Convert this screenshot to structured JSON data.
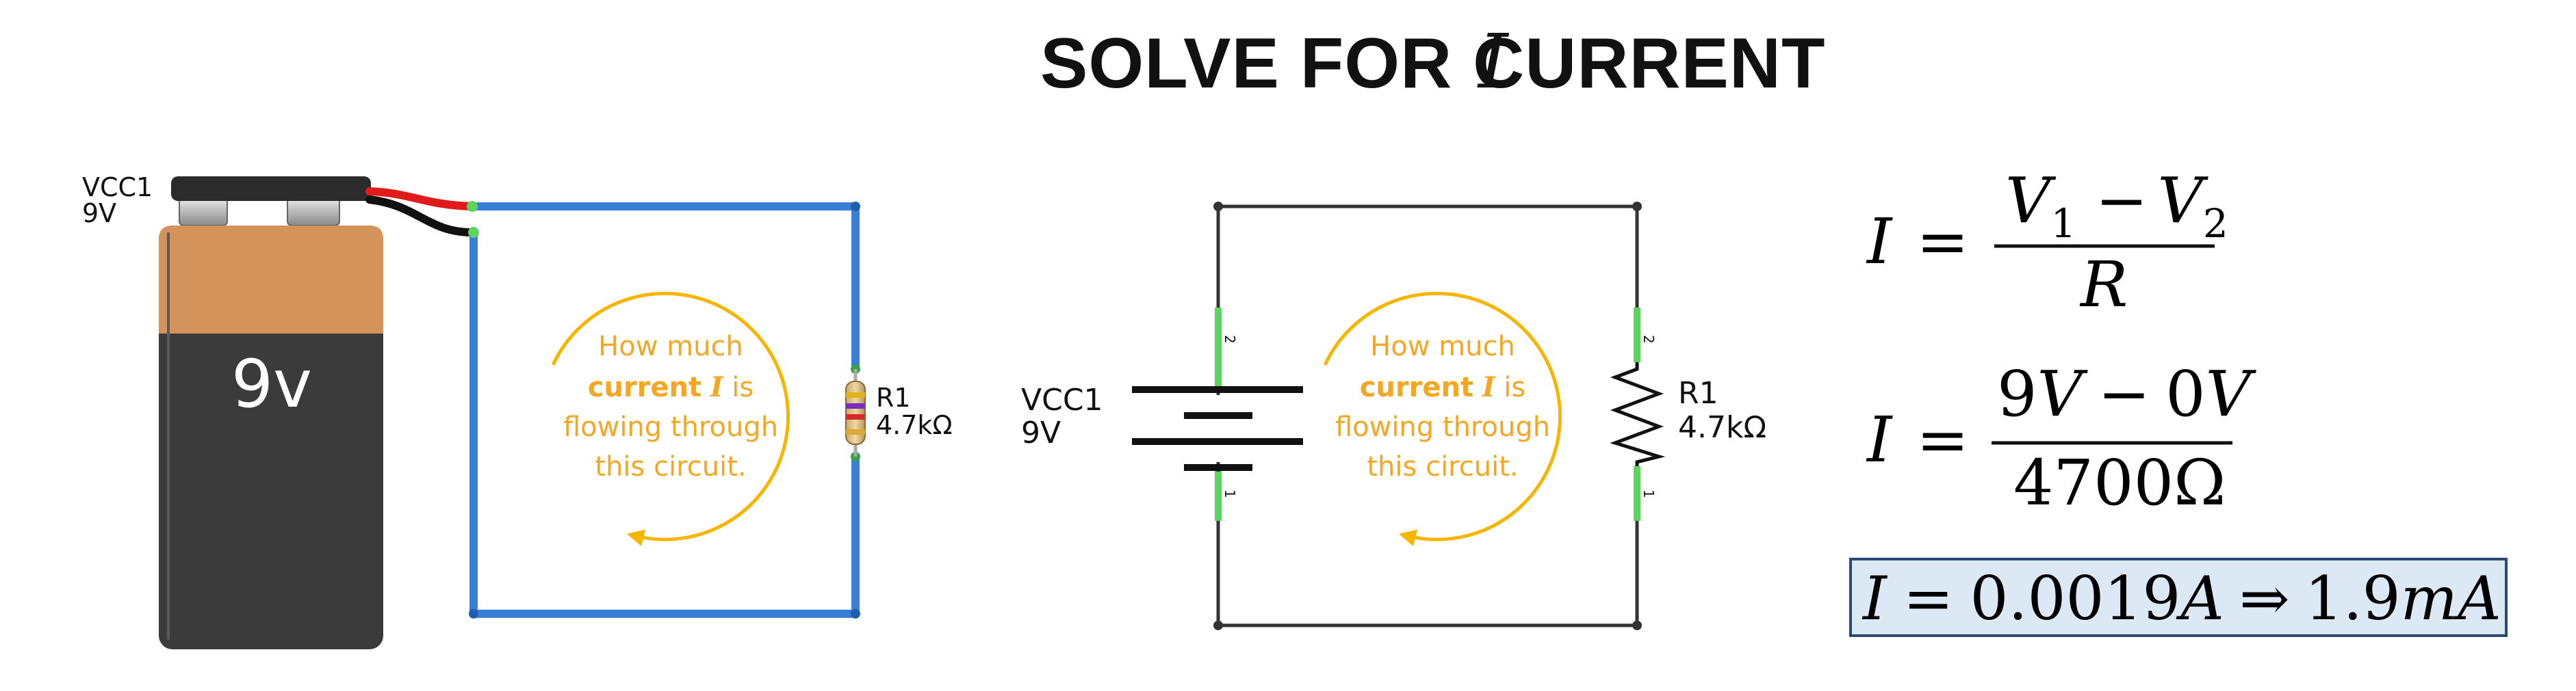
{
  "title": {
    "text": "SOLVE FOR CURRENT",
    "variable": "I"
  },
  "breadboard": {
    "battery_label_name": "VCC1",
    "battery_label_value": "9V",
    "battery_face_text": "9v",
    "resistor_label_name": "R1",
    "resistor_label_value": "4.7kΩ",
    "note_line1": "How much",
    "note_bold": "current",
    "note_var": "I",
    "note_is": "is",
    "note_line3": "flowing through",
    "note_line4": "this circuit."
  },
  "schematic": {
    "battery_label_name": "VCC1",
    "battery_label_value": "9V",
    "resistor_label_name": "R1",
    "resistor_label_value": "4.7kΩ",
    "pin_top": "2",
    "pin_bottom": "1",
    "note_line1": "How much",
    "note_bold": "current",
    "note_var": "I",
    "note_is": "is",
    "note_line3": "flowing through",
    "note_line4": "this circuit."
  },
  "equations": {
    "eq1": {
      "lhs": "I",
      "equals": "=",
      "num_v1": "V",
      "num_sub1": "1",
      "num_minus": "−",
      "num_v2": "V",
      "num_sub2": "2",
      "den": "R"
    },
    "eq2": {
      "lhs": "I",
      "equals": "=",
      "num_a": "9",
      "num_a_unit": "V",
      "num_minus": "−",
      "num_b": "0",
      "num_b_unit": "V",
      "den": "4700Ω"
    },
    "result": {
      "lhs": "I",
      "equals": "=",
      "value": "0.0019",
      "unit": "A",
      "arrow": "⇒",
      "value2": "1.9",
      "unit2": "mA"
    }
  },
  "colors": {
    "title": "#111111",
    "wire_blue": "#3a7fd5",
    "wire_blue_dark": "#1f5fae",
    "note_orange": "#f5a623",
    "arrow_orange": "#f7b500",
    "battery_top": "#d4935a",
    "battery_body": "#3b3b3b",
    "schematic_line": "#333333",
    "pin_green": "#5fd35f",
    "result_box_fill": "#dde8f5",
    "result_box_stroke": "#2b4a73"
  }
}
